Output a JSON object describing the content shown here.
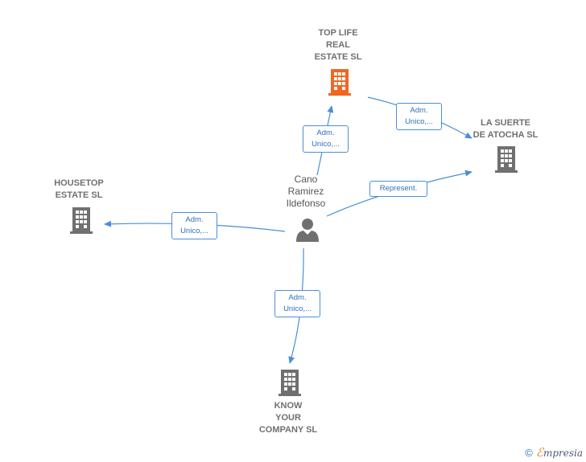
{
  "colors": {
    "edge": "#4a8fd8",
    "company_main": "#f26522",
    "company": "#707070",
    "person": "#707070"
  },
  "nodes": {
    "top_life": {
      "lines": [
        "TOP LIFE",
        "REAL",
        "ESTATE  SL"
      ],
      "icon": "building-icon",
      "highlight": true
    },
    "la_suerte": {
      "lines": [
        "LA SUERTE",
        "DE ATOCHA  SL"
      ],
      "icon": "building-icon"
    },
    "housetop": {
      "lines": [
        "HOUSETOP",
        "ESTATE  SL"
      ],
      "icon": "building-icon"
    },
    "know_your": {
      "lines": [
        "KNOW",
        "YOUR",
        "COMPANY  SL"
      ],
      "icon": "building-icon"
    },
    "person": {
      "lines": [
        "Cano",
        "Ramirez",
        "Ildefonso"
      ],
      "icon": "person-icon"
    }
  },
  "edges": {
    "person_to_top": {
      "lines": [
        "Adm.",
        "Unico,..."
      ]
    },
    "top_to_suerte": {
      "lines": [
        "Adm.",
        "Unico,..."
      ]
    },
    "person_to_suerte": {
      "lines": [
        "Represent."
      ]
    },
    "person_to_housetop": {
      "lines": [
        "Adm.",
        "Unico,..."
      ]
    },
    "person_to_know": {
      "lines": [
        "Adm.",
        "Unico,..."
      ]
    }
  },
  "footer": {
    "copyright_symbol": "©",
    "brand_initial": "ℰ",
    "brand_rest": "mpresia"
  }
}
